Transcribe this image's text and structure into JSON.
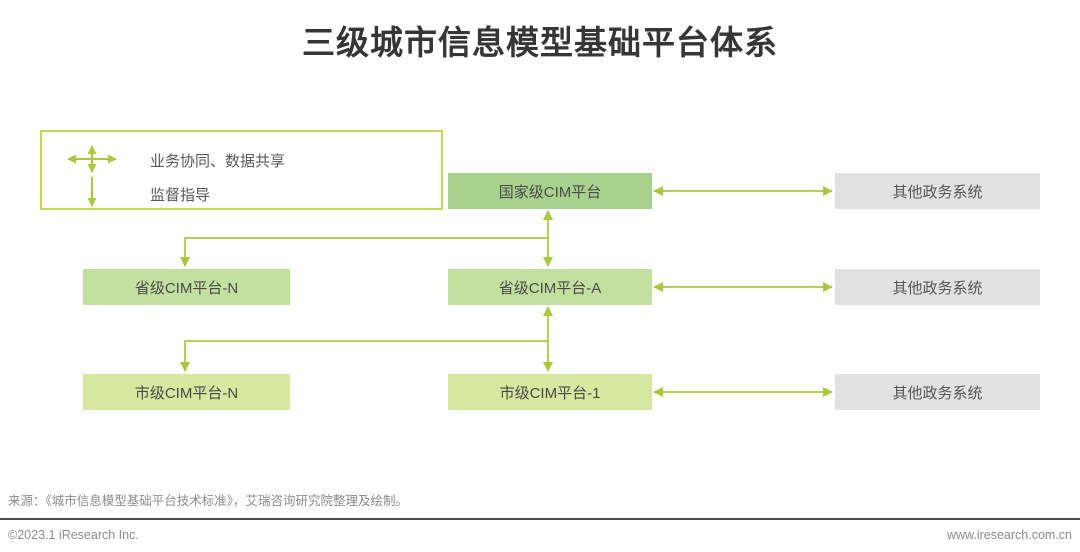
{
  "title": "三级城市信息模型基础平台体系",
  "legend": {
    "items": [
      {
        "icon": "four-way-double-arrow-icon",
        "label": "业务协同、数据共享"
      },
      {
        "icon": "down-arrow-icon",
        "label": "监督指导"
      }
    ]
  },
  "diagram": {
    "nodes": {
      "national": {
        "label": "国家级CIM平台",
        "level": "国家级",
        "fill": "#a9d18e"
      },
      "provincial_n": {
        "label": "省级CIM平台-N",
        "level": "省级",
        "fill": "#c4e0a0"
      },
      "provincial_a": {
        "label": "省级CIM平台-A",
        "level": "省级",
        "fill": "#c4e0a0"
      },
      "city_n": {
        "label": "市级CIM平台-N",
        "level": "市级",
        "fill": "#d7e8a1"
      },
      "city_1": {
        "label": "市级CIM平台-1",
        "level": "市级",
        "fill": "#d7e8a1"
      },
      "other_1": {
        "label": "其他政务系统",
        "fill": "#e2e2e2"
      },
      "other_2": {
        "label": "其他政务系统",
        "fill": "#e2e2e2"
      },
      "other_3": {
        "label": "其他政务系统",
        "fill": "#e2e2e2"
      }
    },
    "connections": [
      {
        "from": "national",
        "to": "other_1",
        "type": "bidirectional",
        "meaning": "业务协同、数据共享"
      },
      {
        "from": "provincial_a",
        "to": "other_2",
        "type": "bidirectional",
        "meaning": "业务协同、数据共享"
      },
      {
        "from": "city_1",
        "to": "other_3",
        "type": "bidirectional",
        "meaning": "业务协同、数据共享"
      },
      {
        "from": "national",
        "to": "provincial_a",
        "type": "bidirectional-vertical"
      },
      {
        "from": "national",
        "to": "provincial_n",
        "type": "down-arrow",
        "meaning": "监督指导"
      },
      {
        "from": "provincial_a",
        "to": "city_1",
        "type": "bidirectional-vertical"
      },
      {
        "from": "provincial_a",
        "to": "city_n",
        "type": "down-arrow",
        "meaning": "监督指导"
      }
    ]
  },
  "colors": {
    "arrow_green": "#a9c83d",
    "legend_border": "#c5d854",
    "national_fill": "#a9d18e",
    "provincial_fill": "#c4e0a0",
    "city_fill": "#d7e8a1",
    "other_fill": "#e2e2e2",
    "title_text": "#363636",
    "footer_line": "#4d4d4d"
  },
  "footer": {
    "source": "来源：《城市信息模型基础平台技术标准》，艾瑞咨询研究院整理及绘制。",
    "copyright": "©2023.1 iResearch Inc.",
    "website": "www.iresearch.com.cn"
  }
}
